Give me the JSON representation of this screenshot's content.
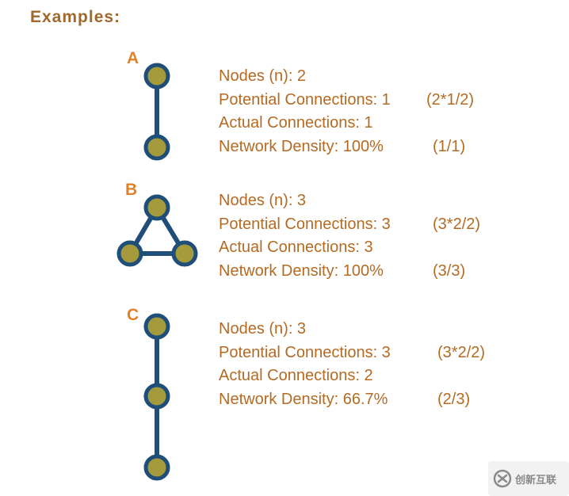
{
  "heading": "Examples:",
  "colors": {
    "edge": "#1f4e79",
    "node_fill": "#a59a3c",
    "node_stroke": "#1f4e79",
    "text": "#b56a22",
    "letter": "#e0822a",
    "heading": "#a0682b"
  },
  "examples": [
    {
      "letter": "A",
      "nodes": "Nodes (n): 2",
      "potential": "Potential Connections: 1",
      "potential_calc": "(2*1/2)",
      "actual": "Actual Connections: 1",
      "density": "Network Density: 100%",
      "density_calc": "(1/1)"
    },
    {
      "letter": "B",
      "nodes": "Nodes (n): 3",
      "potential": "Potential Connections: 3",
      "potential_calc": "(3*2/2)",
      "actual": "Actual Connections: 3",
      "density": "Network Density: 100%",
      "density_calc": "(3/3)"
    },
    {
      "letter": "C",
      "nodes": "Nodes (n): 3",
      "potential": "Potential Connections: 3",
      "potential_calc": "(3*2/2)",
      "actual": "Actual Connections: 2",
      "density": "Network Density: 66.7%",
      "density_calc": "(2/3)"
    }
  ],
  "watermark": {
    "icon": "brand-logo-icon",
    "text": "创新互联"
  }
}
